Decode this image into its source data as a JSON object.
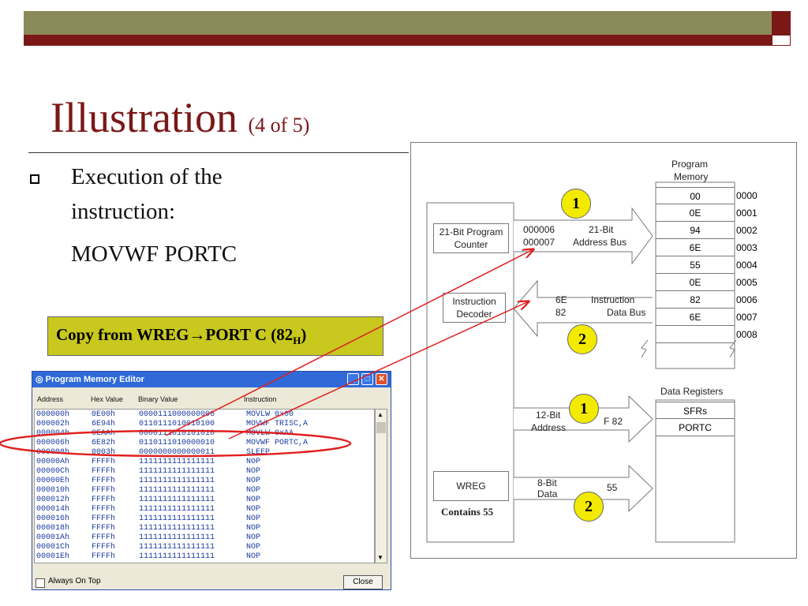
{
  "slide": {
    "title": "Illustration",
    "title_sub": "(4 of 5)",
    "bullet_line1": "Execution of the",
    "bullet_line2": "instruction:",
    "bullet_line3": "MOVWF PORTC",
    "copy_box": "Copy from WREG→PORT C (82",
    "copy_box_sub": "H",
    "copy_box_end": ")"
  },
  "diagram": {
    "program_memory_label_1": "Program",
    "program_memory_label_2": "Memory",
    "memory": [
      {
        "value": "00",
        "addr": "0000"
      },
      {
        "value": "0E",
        "addr": "0001"
      },
      {
        "value": "94",
        "addr": "0002"
      },
      {
        "value": "6E",
        "addr": "0003"
      },
      {
        "value": "55",
        "addr": "0004"
      },
      {
        "value": "0E",
        "addr": "0005"
      },
      {
        "value": "82",
        "addr": "0006"
      },
      {
        "value": "6E",
        "addr": "0007"
      },
      {
        "value": "",
        "addr": "0008"
      }
    ],
    "pc_label_1": "21-Bit Program",
    "pc_label_2": "Counter",
    "pc_val_1": "000006",
    "pc_val_2": "000007",
    "addr_bus_1": "21-Bit",
    "addr_bus_2": "Address Bus",
    "decoder_1": "Instruction",
    "decoder_2": "Decoder",
    "data_val_1": "6E",
    "data_val_2": "82",
    "data_bus_1": "Instruction",
    "data_bus_2": "Data Bus",
    "data_registers": "Data Registers",
    "sfrs": "SFRs",
    "portc": "PORTC",
    "addr12_1": "12-Bit",
    "addr12_2": "Address",
    "addr12_val": "F 82",
    "wreg": "WREG",
    "contains": "Contains 55",
    "data8_1": "8-Bit",
    "data8_2": "Data",
    "data8_val": "55",
    "badge_1": "1",
    "badge_2": "2"
  },
  "editor": {
    "title": "Program Memory Editor",
    "columns": [
      "Address",
      "Hex Value",
      "Binary Value",
      "Instruction"
    ],
    "rows": [
      [
        "000000h",
        "0E00h",
        "0000111000000000",
        "MOVLW 0x00"
      ],
      [
        "000002h",
        "6E94h",
        "0110111010010100",
        "MOVWF TRISC,A"
      ],
      [
        "000004h",
        "0EAAh",
        "0000111010101010",
        "MOVLW 0xAA"
      ],
      [
        "000006h",
        "6E82h",
        "0110111010000010",
        "MOVWF PORTC,A"
      ],
      [
        "000008h",
        "0003h",
        "0000000000000011",
        "SLEEP"
      ],
      [
        "00000Ah",
        "FFFFh",
        "1111111111111111",
        "NOP"
      ],
      [
        "00000Ch",
        "FFFFh",
        "1111111111111111",
        "NOP"
      ],
      [
        "00000Eh",
        "FFFFh",
        "1111111111111111",
        "NOP"
      ],
      [
        "000010h",
        "FFFFh",
        "1111111111111111",
        "NOP"
      ],
      [
        "000012h",
        "FFFFh",
        "1111111111111111",
        "NOP"
      ],
      [
        "000014h",
        "FFFFh",
        "1111111111111111",
        "NOP"
      ],
      [
        "000016h",
        "FFFFh",
        "1111111111111111",
        "NOP"
      ],
      [
        "000018h",
        "FFFFh",
        "1111111111111111",
        "NOP"
      ],
      [
        "00001Ah",
        "FFFFh",
        "1111111111111111",
        "NOP"
      ],
      [
        "00001Ch",
        "FFFFh",
        "1111111111111111",
        "NOP"
      ],
      [
        "00001Eh",
        "FFFFh",
        "1111111111111111",
        "NOP"
      ]
    ],
    "always_on_top": "Always On Top",
    "close": "Close"
  },
  "colors": {
    "accent": "#7a1818",
    "bar": "#8b8b5a",
    "highlight": "#c8c81e",
    "badge": "#f2ea00",
    "arrow": "#e0201e"
  }
}
